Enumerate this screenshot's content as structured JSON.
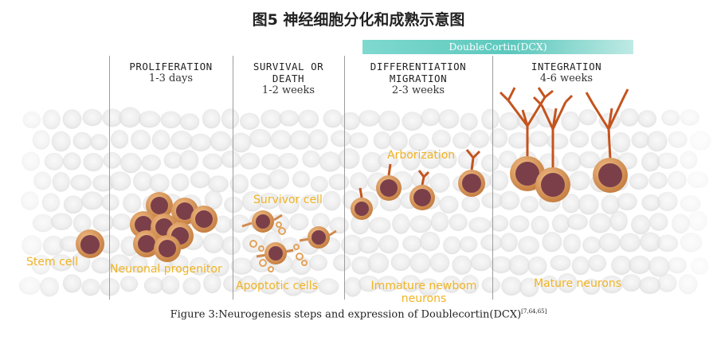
{
  "figure_title": "图5 神经细胞分化和成熟示意图",
  "dcx_band": "DoubleCortin(DCX)",
  "stages": [
    {
      "title": "PROLIFERATION",
      "title2": "",
      "duration": "1-3 days"
    },
    {
      "title": "SURVIVAL OR",
      "title2": "DEATH",
      "duration": "1-2 weeks"
    },
    {
      "title": "DIFFERENTIATION",
      "title2": "MIGRATION",
      "duration": "2-3 weeks"
    },
    {
      "title": "INTEGRATION",
      "title2": "",
      "duration": "4-6 weeks"
    }
  ],
  "labels": {
    "stem_cell": "Stem cell",
    "neuronal_progenitor": "Neuronal progenitor",
    "survivor_cell": "Survivor cell",
    "apoptotic_cells": "Apoptotic cells",
    "arborization": "Arborization",
    "immature_line1": "Immature newbom",
    "immature_line2": "neurons",
    "mature_neurons": "Mature neurons"
  },
  "caption": "Figure 3:Neurogenesis steps and expression of  Doublecortin(DCX)",
  "caption_ref": "[7,64,65]",
  "colors": {
    "label": "#f0b323",
    "cell_outer": "#d08a4e",
    "cell_nucleus": "#7b3f4a",
    "dendrite": "#c4541e",
    "dcx_band": "#5cc8bd",
    "background_cell": "#ececec"
  }
}
